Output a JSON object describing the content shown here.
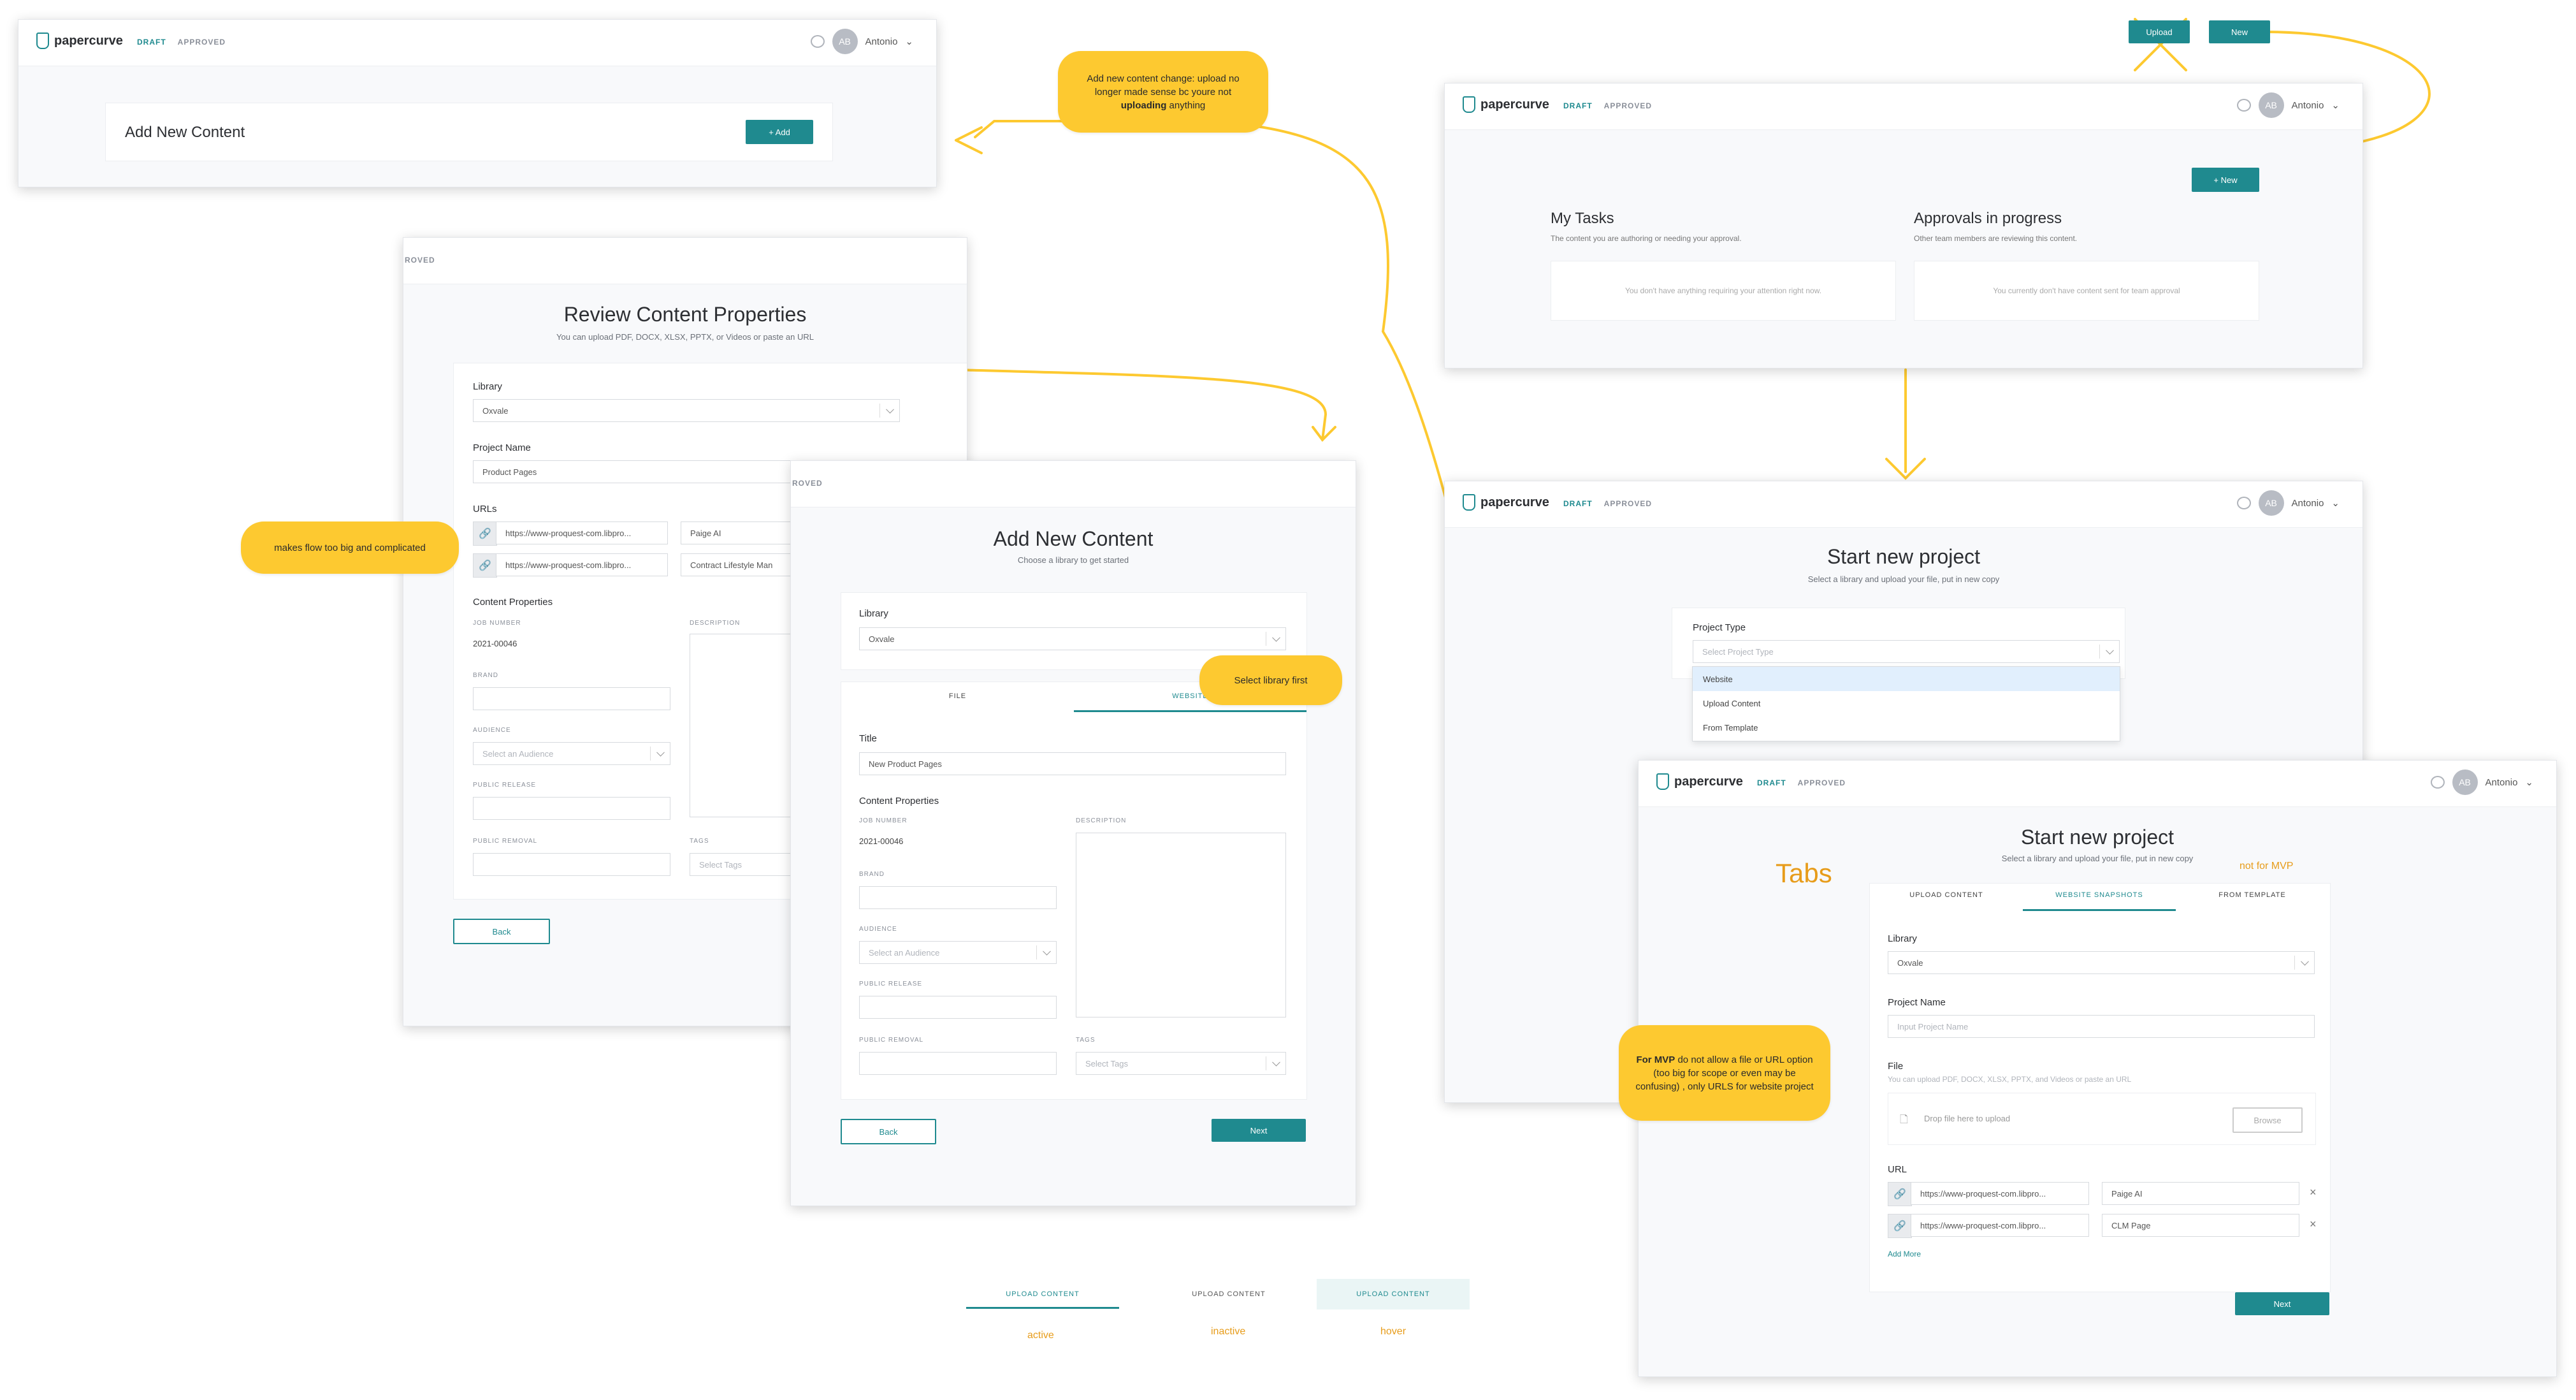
{
  "brand": {
    "name": "papercurve",
    "accent": "#1f8a8f",
    "sticky": "#fdc930",
    "annotation": "#e79c1a"
  },
  "nav": {
    "draft": "DRAFT",
    "approved": "APPROVED",
    "approved_cut": "ROVED"
  },
  "user": {
    "initials": "AB",
    "name": "Antonio"
  },
  "screen_add_content": {
    "title": "Add New Content",
    "add_button": "+ Add"
  },
  "screen_dashboard": {
    "new_button": "+ New",
    "my_tasks": "My Tasks",
    "my_tasks_sub": "The content you are authoring or needing your approval.",
    "my_tasks_empty": "You don't have anything requiring your attention right now.",
    "approvals": "Approvals in progress",
    "approvals_sub": "Other team members are reviewing this content.",
    "approvals_empty": "You currently don't have content sent for team approval"
  },
  "top_buttons": {
    "upload": "Upload",
    "new": "New"
  },
  "screen_review": {
    "title": "Review Content Properties",
    "subtitle": "You can upload PDF, DOCX, XLSX, PPTX, or Videos or paste an URL",
    "library_label": "Library",
    "library_value": "Oxvale",
    "project_label": "Project Name",
    "project_value": "Product Pages",
    "urls_label": "URLs",
    "urls": [
      {
        "url": "https://www-proquest-com.libpro...",
        "name": "Paige AI"
      },
      {
        "url": "https://www-proquest-com.libpro...",
        "name": "Contract Lifestyle Man"
      }
    ],
    "content_props": "Content Properties",
    "job_number_label": "JOB NUMBER",
    "job_number": "2021-00046",
    "brand_label": "BRAND",
    "audience_label": "AUDIENCE",
    "audience_ph": "Select an Audience",
    "public_release_label": "PUBLIC RELEASE",
    "public_removal_label": "PUBLIC REMOVAL",
    "description_label": "DESCRIPTION",
    "tags_label": "TAGS",
    "tags_ph": "Select Tags",
    "back": "Back"
  },
  "screen_add_new": {
    "title": "Add New Content",
    "subtitle": "Choose a library to get started",
    "library_label": "Library",
    "library_value": "Oxvale",
    "tab_file": "FILE",
    "tab_website": "WEBSITE",
    "title_label": "Title",
    "title_value": "New Product Pages",
    "content_props": "Content Properties",
    "job_number_label": "JOB NUMBER",
    "job_number": "2021-00046",
    "brand_label": "BRAND",
    "audience_label": "AUDIENCE",
    "audience_ph": "Select an Audience",
    "public_release_label": "PUBLIC RELEASE",
    "public_removal_label": "PUBLIC REMOVAL",
    "description_label": "DESCRIPTION",
    "tags_label": "TAGS",
    "tags_ph": "Select Tags",
    "back": "Back",
    "next": "Next"
  },
  "screen_start": {
    "title": "Start new project",
    "subtitle": "Select a library and upload your file, put in new copy",
    "project_type_label": "Project Type",
    "project_type_ph": "Select Project Type",
    "options": [
      "Website",
      "Upload Content",
      "From Template"
    ]
  },
  "screen_start2": {
    "title": "Start new project",
    "subtitle": "Select a library and upload your file, put in new copy",
    "tabs": [
      "UPLOAD CONTENT",
      "WEBSITE SNAPSHOTS",
      "FROM TEMPLATE"
    ],
    "library_label": "Library",
    "library_value": "Oxvale",
    "project_label": "Project Name",
    "project_ph": "Input Project Name",
    "file_label": "File",
    "file_hint": "You can upload PDF, DOCX, XLSX, PPTX, and Videos or paste an URL",
    "drop": "Drop file here to upload",
    "browse": "Browse",
    "url_label": "URL",
    "urls": [
      {
        "url": "https://www-proquest-com.libpro...",
        "name": "Paige AI"
      },
      {
        "url": "https://www-proquest-com.libpro...",
        "name": "CLM Page"
      }
    ],
    "add_more": "Add More",
    "next": "Next"
  },
  "stickies": {
    "content_change_1": "Add new content change: upload no longer made sense bc youre not",
    "content_change_bold": "uploading",
    "content_change_2": " anything",
    "flow_too_big": "makes flow too big and complicated",
    "select_library": "Select library first",
    "mvp_bold": "For MVP",
    "mvp_rest": " do not allow a file or URL option (too big for scope or even may be confusing) , only URLS for website project"
  },
  "annotations": {
    "tabs": "Tabs",
    "not_mvp": "not for MVP",
    "active": "active",
    "inactive": "inactive",
    "hover": "hover"
  },
  "legend": {
    "label": "UPLOAD CONTENT"
  }
}
